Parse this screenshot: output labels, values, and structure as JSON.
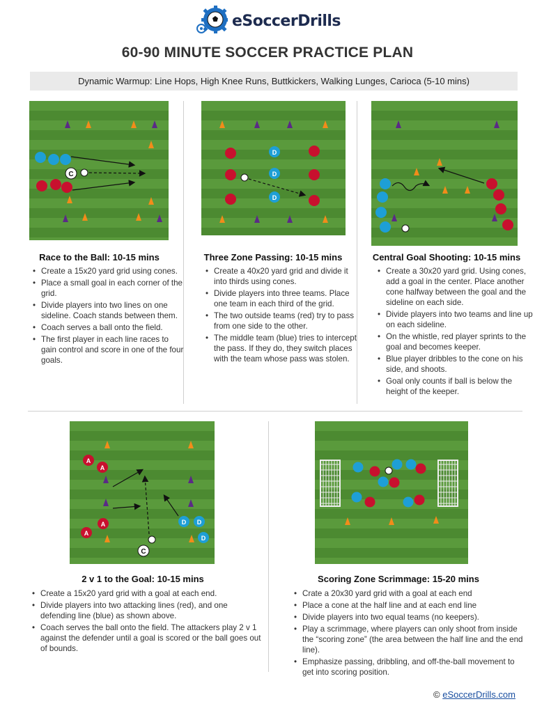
{
  "brand": {
    "name": "eSoccerDrills"
  },
  "title": "60-90 MINUTE SOCCER PRACTICE PLAN",
  "warmup": "Dynamic Warmup: Line Hops, High Knee Runs, Buttkickers, Walking Lunges, Carioca (5-10 mins)",
  "drills": [
    {
      "title": "Race to the Ball: 10-15 mins",
      "items": [
        "Create a 15x20 yard grid using cones.",
        "Place a small goal in each corner of the grid.",
        "Divide players into two lines on one sideline.  Coach stands between them.",
        "Coach serves a ball onto the field.",
        "The first player in each line races to gain control and score in one of the four goals."
      ]
    },
    {
      "title": "Three Zone Passing: 10-15 mins",
      "items": [
        "Create a 40x20 yard grid and divide it into thirds using cones.",
        "Divide players into three teams. Place one team in each third of the grid.",
        "The two outside teams (red) try to pass from one side to the other.",
        "The middle team (blue) tries to intercept the pass. If they do, they switch places with the team whose pass was stolen."
      ]
    },
    {
      "title": "Central Goal Shooting: 10-15 mins",
      "items": [
        "Create a 30x20 yard grid. Using cones, add a goal in the center.  Place another cone halfway between the goal and the sideline on each side.",
        "Divide players into two teams  and line up on each sideline.",
        "On the whistle, red player sprints to the goal and becomes keeper.",
        "Blue player dribbles to the cone on his side, and shoots.",
        "Goal only counts if ball is below the height of the keeper."
      ]
    },
    {
      "title": "2 v 1 to the Goal: 10-15 mins",
      "items": [
        "Create a 15x20 yard grid with a goal at each end.",
        "Divide players into two attacking lines (red), and one defending line (blue) as shown above.",
        "Coach serves the ball onto the field. The attackers play 2 v 1  against the defender until a goal is scored or the ball goes out of bounds."
      ]
    },
    {
      "title": "Scoring Zone Scrimmage: 15-20 mins",
      "items": [
        "Crate a 20x30 yard grid with a goal at each end",
        "Place a cone at the half line and at each end line",
        "Divide players into two equal teams (no keepers).",
        "Play a scrimmage, where players can only shoot from inside the “scoring zone” (the area between the half line and the end line).",
        "Emphasize passing, dribbling, and off-the-ball movement to get into scoring position."
      ]
    }
  ],
  "labels": {
    "coach": "C",
    "defender": "D",
    "attacker": "A"
  },
  "footer": {
    "copyright": "©",
    "link": "eSoccerDrills.com"
  },
  "colors": {
    "red": "#c8102e",
    "blue": "#1e9fd6",
    "orange": "#f28c1a",
    "purple": "#5b2a86",
    "grass_light": "#5a9a3c",
    "grass_dark": "#4c8a31"
  }
}
